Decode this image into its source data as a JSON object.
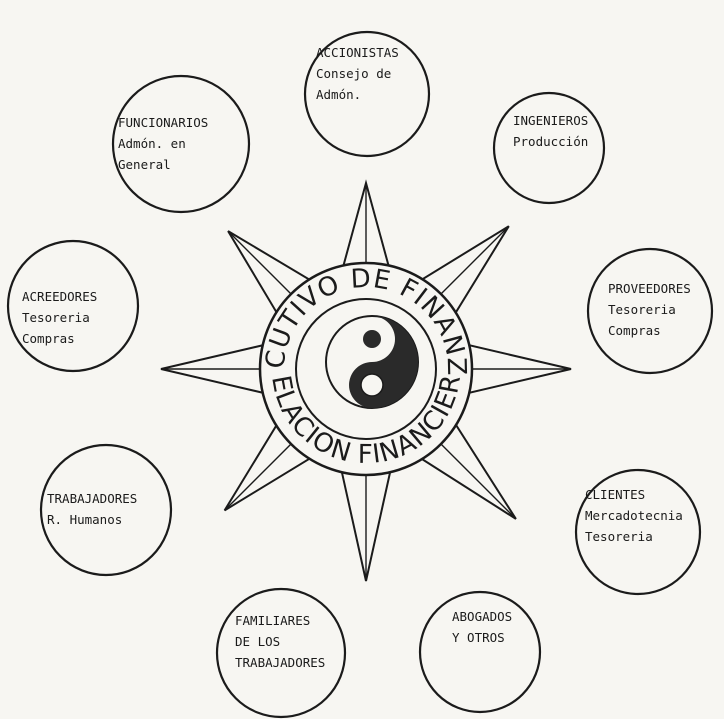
{
  "center": {
    "top_text": "EJECUTIVO DE FINANZAS",
    "bottom_text": "RELACION FINANCIERA",
    "emblem": "yin-yang-icon"
  },
  "nodes": [
    {
      "id": "accionistas",
      "lines": [
        "ACCIONISTAS",
        "Consejo de",
        "Admón."
      ]
    },
    {
      "id": "ingenieros",
      "lines": [
        "INGENIEROS",
        "Producción"
      ]
    },
    {
      "id": "proveedores",
      "lines": [
        "PROVEEDORES",
        "Tesoreria",
        "Compras"
      ]
    },
    {
      "id": "clientes",
      "lines": [
        "CLIENTES",
        "Mercadotecnia",
        "Tesoreria"
      ]
    },
    {
      "id": "abogados",
      "lines": [
        "ABOGADOS",
        "Y OTROS"
      ]
    },
    {
      "id": "familiares",
      "lines": [
        "FAMILIARES",
        "DE LOS",
        "TRABAJADORES"
      ]
    },
    {
      "id": "trabajadores",
      "lines": [
        "TRABAJADORES",
        "R. Humanos"
      ]
    },
    {
      "id": "acreedores",
      "lines": [
        "ACREEDORES",
        "Tesoreria",
        "Compras"
      ]
    },
    {
      "id": "funcionarios",
      "lines": [
        "FUNCIONARIOS",
        "Admón. en",
        "General"
      ]
    }
  ]
}
